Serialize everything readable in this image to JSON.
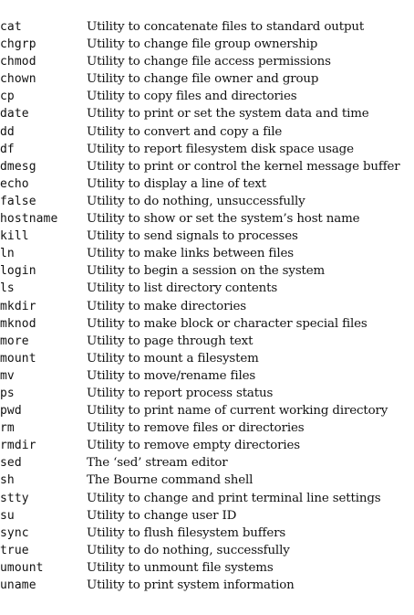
{
  "commands": [
    {
      "name": "cat",
      "description": "Utility to concatenate files to standard output"
    },
    {
      "name": "chgrp",
      "description": "Utility to change file group ownership"
    },
    {
      "name": "chmod",
      "description": "Utility to change file access permissions"
    },
    {
      "name": "chown",
      "description": "Utility to change file owner and group"
    },
    {
      "name": "cp",
      "description": "Utility to copy files and directories"
    },
    {
      "name": "date",
      "description": "Utility to print or set the system data and time"
    },
    {
      "name": "dd",
      "description": "Utility to convert and copy a file"
    },
    {
      "name": "df",
      "description": "Utility to report filesystem disk space usage"
    },
    {
      "name": "dmesg",
      "description": "Utility to print or control the kernel message buffer"
    },
    {
      "name": "echo",
      "description": "Utility to display a line of text"
    },
    {
      "name": "false",
      "description": "Utility to do nothing, unsuccessfully"
    },
    {
      "name": "hostname",
      "description": "Utility to show or set the system’s host name"
    },
    {
      "name": "kill",
      "description": "Utility to send signals to processes"
    },
    {
      "name": "ln",
      "description": "Utility to make links between files"
    },
    {
      "name": "login",
      "description": "Utility to begin a session on the system"
    },
    {
      "name": "ls",
      "description": "Utility to list directory contents"
    },
    {
      "name": "mkdir",
      "description": "Utility to make directories"
    },
    {
      "name": "mknod",
      "description": "Utility to make block or character special files"
    },
    {
      "name": "more",
      "description": "Utility to page through text"
    },
    {
      "name": "mount",
      "description": "Utility to mount a filesystem"
    },
    {
      "name": "mv",
      "description": "Utility to move/rename files"
    },
    {
      "name": "ps",
      "description": "Utility to report process status"
    },
    {
      "name": "pwd",
      "description": "Utility to print name of current working directory"
    },
    {
      "name": "rm",
      "description": "Utility to remove files or directories"
    },
    {
      "name": "rmdir",
      "description": "Utility to remove empty directories"
    },
    {
      "name": "sed",
      "description": "The ‘sed’ stream editor"
    },
    {
      "name": "sh",
      "description": "The Bourne command shell"
    },
    {
      "name": "stty",
      "description": "Utility to change and print terminal line settings"
    },
    {
      "name": "su",
      "description": "Utility to change user ID"
    },
    {
      "name": "sync",
      "description": "Utility to flush filesystem buffers"
    },
    {
      "name": "true",
      "description": "Utility to do nothing, successfully"
    },
    {
      "name": "umount",
      "description": "Utility to unmount file systems"
    },
    {
      "name": "uname",
      "description": "Utility to print system information"
    }
  ]
}
